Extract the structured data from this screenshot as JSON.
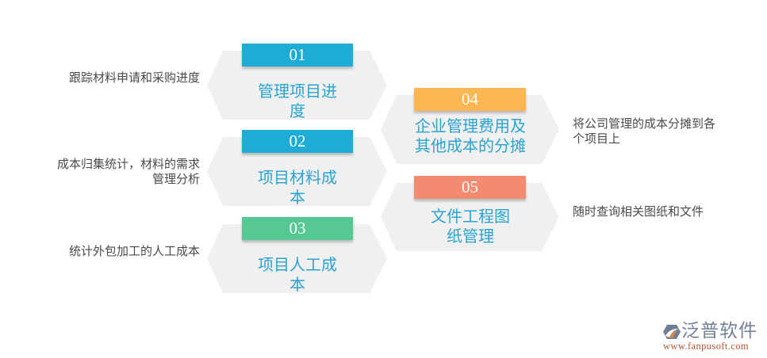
{
  "steps": [
    {
      "number": "01",
      "color": "#1eabd4",
      "title": "管理项目进度",
      "title_lines": [
        "管理项目进",
        "度"
      ],
      "description_lines": [
        "跟踪材料申请和采购进度"
      ]
    },
    {
      "number": "02",
      "color": "#1eabd4",
      "title": "项目材料成本",
      "title_lines": [
        "项目材料成",
        "本"
      ],
      "description_lines": [
        "成本归集统计，材料的需求",
        "管理分析"
      ]
    },
    {
      "number": "03",
      "color": "#55c991",
      "title": "项目人工成本",
      "title_lines": [
        "项目人工成",
        "本"
      ],
      "description_lines": [
        "统计外包加工的人工成本"
      ]
    },
    {
      "number": "04",
      "color": "#fdb752",
      "title": "企业管理费用及其他成本的分摊",
      "title_lines": [
        "企业管理费用及",
        "其他成本的分摊"
      ],
      "description_lines": [
        "将公司管理的成本分摊到各",
        "个项目上"
      ]
    },
    {
      "number": "05",
      "color": "#f28b70",
      "title": "文件工程图纸管理",
      "title_lines": [
        "文件工程图",
        "纸管理"
      ],
      "description_lines": [
        "随时查询相关图纸和文件"
      ]
    }
  ],
  "logo": {
    "name": "泛普软件",
    "url": "www.fanpusoft.com"
  },
  "colors": {
    "hex_fill": "#f0f0f0",
    "title_text": "#2aa3d3",
    "description_text": "#4a4a4a",
    "logo_name": "#72819a",
    "logo_url": "#b4542f"
  }
}
